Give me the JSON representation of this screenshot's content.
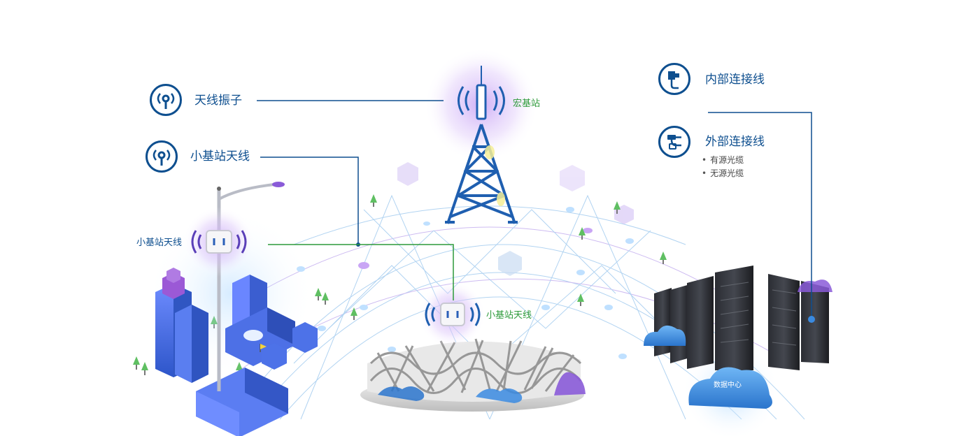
{
  "legend": {
    "antenna_element": "天线振子",
    "small_cell_antenna": "小基站天线",
    "internal_cable": "内部连接线",
    "external_cable": "外部连接线",
    "external_cable_items": [
      "有源光缆",
      "无源光缆"
    ]
  },
  "nodes": {
    "macro_station": "宏基站",
    "small_cell_left": "小基站天线",
    "small_cell_stadium": "小基站天线",
    "data_center": "数据中心"
  },
  "colors": {
    "primary_blue": "#0e4f8f",
    "connector_green": "#2d9a3a",
    "purple_glow": "#a05ee0",
    "mesh_blue": "#7fb6e8",
    "building_blue": "#3a6fd8"
  }
}
